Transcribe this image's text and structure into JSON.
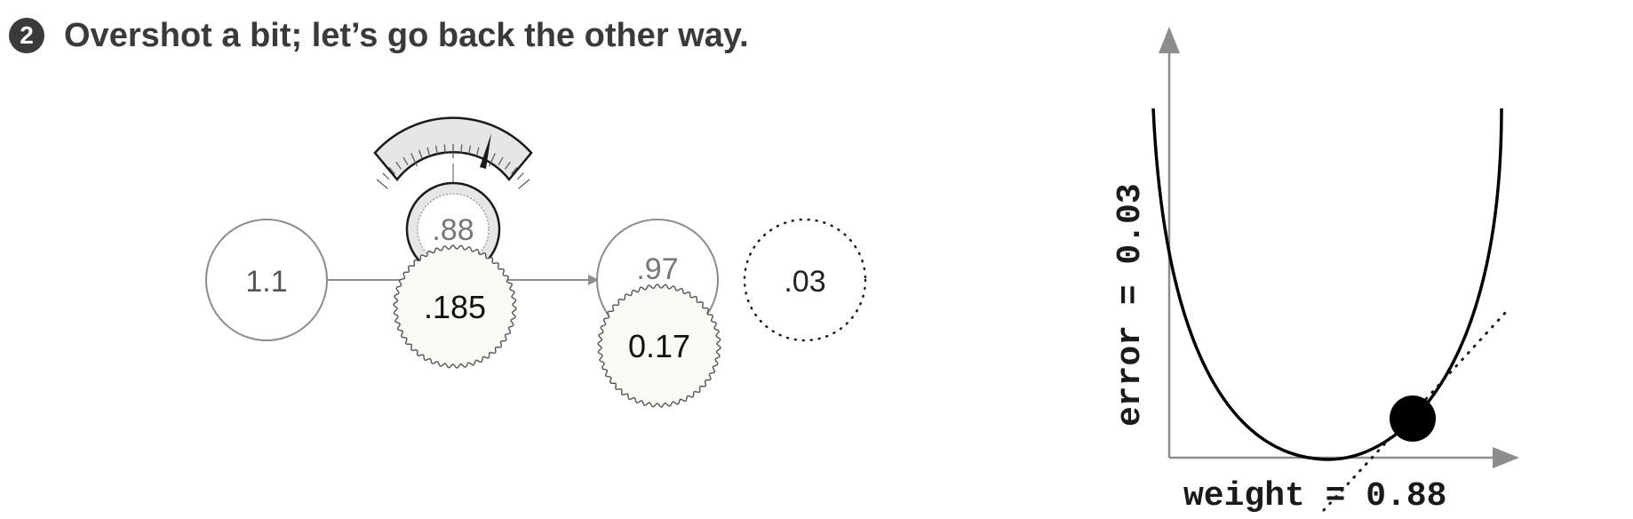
{
  "step": {
    "number": "2",
    "caption": "Overshot a bit; let’s go back the other way."
  },
  "network": {
    "input_value": "1.1",
    "weight_value": ".88",
    "weight_delta": ".185",
    "prediction_value": ".97",
    "delta_value": "0.17",
    "error_value": ".03"
  },
  "error_curve": {
    "xlabel": "weight = 0.88",
    "ylabel": "error = 0.03"
  },
  "colors": {
    "ink": "#000000",
    "gray": "#8c8c8c",
    "dark_gray": "#3a3a3a",
    "cream": "#fafaf4",
    "dial_fill": "#e6e6e6"
  }
}
